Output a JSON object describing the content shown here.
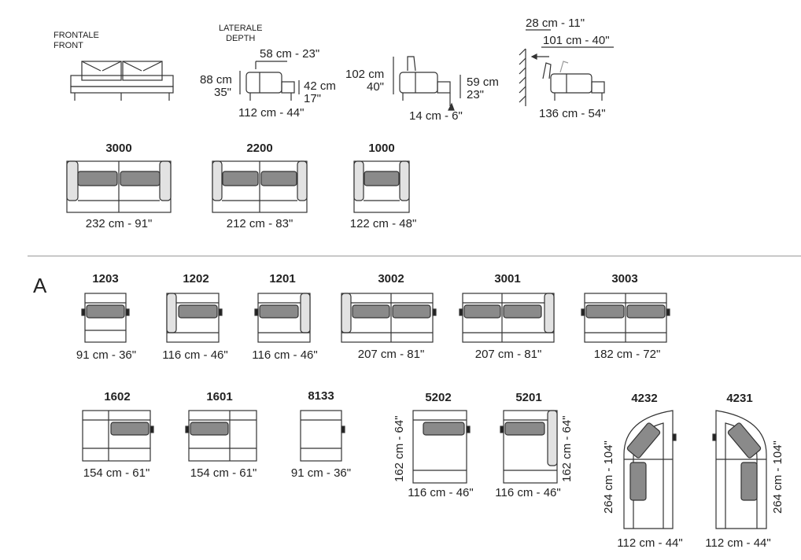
{
  "side_views": {
    "front_label": "FRONTALE",
    "front_label_en": "FRONT",
    "depth_label": "LATERALE",
    "depth_label_en": "DEPTH",
    "seat_depth": "58 cm - 23\"",
    "height_cm": "88 cm",
    "height_in": "35\"",
    "seat_height_cm": "42 cm",
    "seat_height_in": "17\"",
    "depth_total": "112 cm - 44\"",
    "headrest_height_cm": "102 cm",
    "headrest_height_in": "40\"",
    "recline_height_cm": "59 cm",
    "recline_height_in": "23\"",
    "leg_offset": "14 cm - 6\"",
    "wall_clearance": "28 cm - 11\"",
    "recline_depth": "101 cm - 40\"",
    "extended_depth": "136 cm - 54\""
  },
  "sofas": [
    {
      "code": "3000",
      "size": "232 cm - 91\""
    },
    {
      "code": "2200",
      "size": "212 cm - 83\""
    },
    {
      "code": "1000",
      "size": "122 cm - 48\""
    }
  ],
  "section_label": "A",
  "modules_row1": [
    {
      "code": "1203",
      "size": "91 cm - 36\""
    },
    {
      "code": "1202",
      "size": "116 cm - 46\""
    },
    {
      "code": "1201",
      "size": "116 cm - 46\""
    },
    {
      "code": "3002",
      "size": "207 cm - 81\""
    },
    {
      "code": "3001",
      "size": "207 cm - 81\""
    },
    {
      "code": "3003",
      "size": "182 cm - 72\""
    }
  ],
  "modules_row2": [
    {
      "code": "1602",
      "size": "154 cm - 61\""
    },
    {
      "code": "1601",
      "size": "154 cm - 61\""
    },
    {
      "code": "8133",
      "size": "91 cm - 36\""
    },
    {
      "code": "5202",
      "size": "116 cm - 46\"",
      "depth": "162 cm - 64\""
    },
    {
      "code": "5201",
      "size": "116 cm - 46\"",
      "depth": "162 cm - 64\""
    },
    {
      "code": "4232",
      "size": "112 cm - 44\"",
      "depth": "264 cm - 104\""
    },
    {
      "code": "4231",
      "size": "112 cm - 44\"",
      "depth": "264 cm - 104\""
    }
  ],
  "colors": {
    "line": "#333333",
    "cushion": "#8a8a8a",
    "arm": "#e2e2e2",
    "mech": "#222222"
  }
}
